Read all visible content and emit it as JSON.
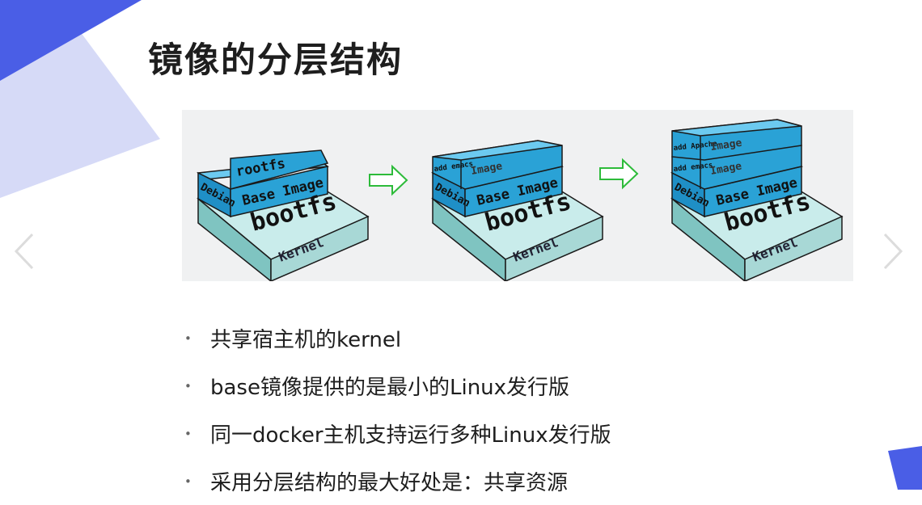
{
  "slide": {
    "title": "镜像的分层结构",
    "nav": {
      "prev_icon": "chevron-left-icon",
      "next_icon": "chevron-right-icon"
    },
    "colors": {
      "accent_dark": "#4a5ee6",
      "accent_light": "#d6daf7",
      "layer_blue": "#2aa2d6",
      "layer_teal": "#a8d8d6"
    }
  },
  "figure": {
    "stages": [
      {
        "layers": {
          "kernel": "Kernel",
          "bootfs": "bootfs",
          "base_left": "Debian",
          "base_front": "Base Image",
          "top": "rootfs"
        }
      },
      {
        "layers": {
          "kernel": "Kernel",
          "bootfs": "bootfs",
          "base_left": "Debian",
          "base_front": "Base Image",
          "l2_left": "add emacs",
          "l2_front": "Image"
        }
      },
      {
        "layers": {
          "kernel": "Kernel",
          "bootfs": "bootfs",
          "base_left": "Debian",
          "base_front": "Base Image",
          "l2_left": "add emacs",
          "l2_front": "Image",
          "l3_left": "add Apache",
          "l3_front": "Image"
        }
      }
    ]
  },
  "bullets": [
    "共享宿主机的kernel",
    "base镜像提供的是最小的Linux发行版",
    "同一docker主机支持运行多种Linux发行版",
    "采用分层结构的最大好处是：共享资源"
  ]
}
